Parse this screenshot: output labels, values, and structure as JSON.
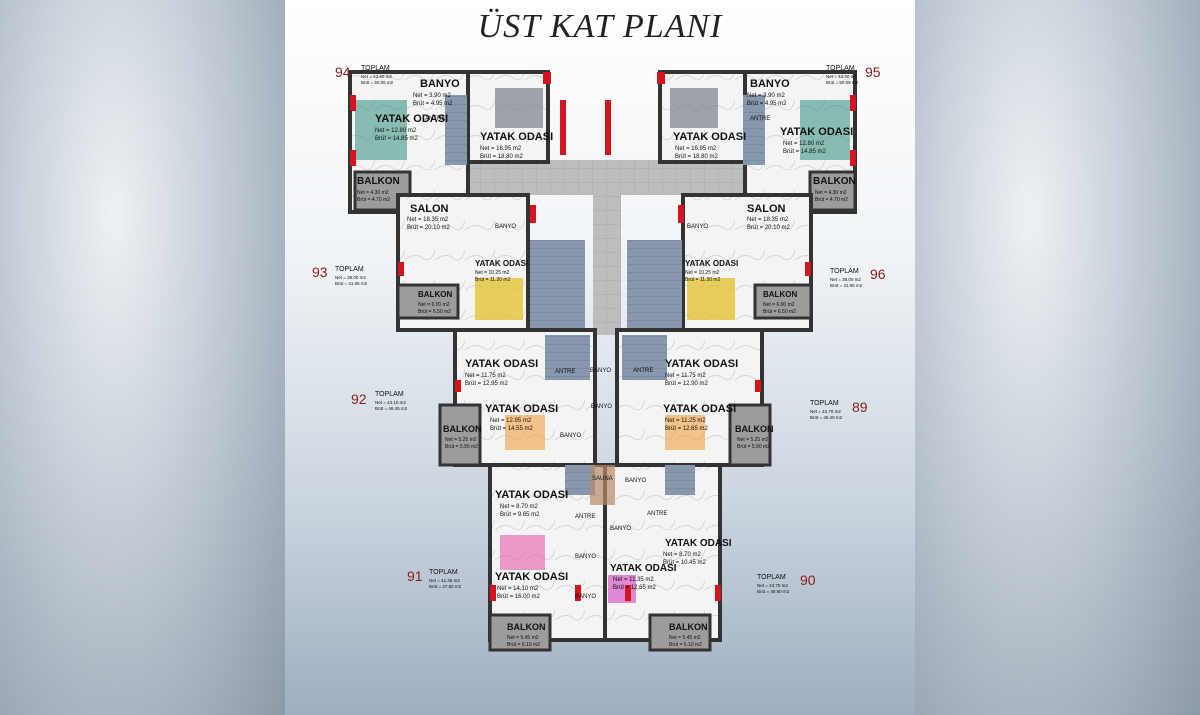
{
  "title": "ÜST KAT PLANI",
  "units": [
    {
      "no": "94",
      "label": "TOPLAM",
      "net": "Net = 43.90 m2",
      "brut": "Brüt = 50.05 m2"
    },
    {
      "no": "95",
      "label": "TOPLAM",
      "net": "Net = 43.90 m2",
      "brut": "Brüt = 50.05 m2"
    },
    {
      "no": "93",
      "label": "TOPLAM",
      "net": "Net = 38.00 m2",
      "brut": "Brüt = 41.95 m2"
    },
    {
      "no": "96",
      "label": "TOPLAM",
      "net": "Net = 38.00 m2",
      "brut": "Brüt = 41.95 m2"
    },
    {
      "no": "92",
      "label": "TOPLAM",
      "net": "Net = 43.10 m2",
      "brut": "Brüt = 48.45 m2"
    },
    {
      "no": "89",
      "label": "TOPLAM",
      "net": "Net = 43.70 m2",
      "brut": "Brüt = 45.40 m2"
    },
    {
      "no": "91",
      "label": "TOPLAM",
      "net": "Net = 41.45 m2",
      "brut": "Brüt = 47.80 m2"
    },
    {
      "no": "90",
      "label": "TOPLAM",
      "net": "Net = 43.75 m2",
      "brut": "Brüt = 49.90 m2"
    }
  ],
  "rooms": [
    {
      "name": "BANYO",
      "net": "Net = 3.90 m2",
      "brut": "Brüt = 4.95 m2"
    },
    {
      "name": "YATAK ODASI",
      "net": "Net = 12.80 m2",
      "brut": "Brüt = 14.85 m2"
    },
    {
      "name": "YATAK ODASI",
      "net": "Net = 16.95 m2",
      "brut": "Brüt = 18.80 m2"
    },
    {
      "name": "BALKON",
      "net": "Net = 4.30 m2",
      "brut": "Brüt = 4.70 m2"
    },
    {
      "name": "BANYO",
      "net": "Net = 3.90 m2",
      "brut": "Brüt = 4.95 m2"
    },
    {
      "name": "YATAK ODASI",
      "net": "Net = 16.95 m2",
      "brut": "Brüt = 18.80 m2"
    },
    {
      "name": "YATAK ODASI",
      "net": "Net = 12.80 m2",
      "brut": "Brüt = 14.85 m2"
    },
    {
      "name": "BALKON",
      "net": "Net = 4.30 m2",
      "brut": "Brüt = 4.70 m2"
    },
    {
      "name": "SALON",
      "net": "Net = 18.35 m2",
      "brut": "Brüt = 20.10 m2"
    },
    {
      "name": "SALON",
      "net": "Net = 18.35 m2",
      "brut": "Brüt = 20.10 m2"
    },
    {
      "name": "YATAK ODASI",
      "net": "Net = 10.25 m2",
      "brut": "Brüt = 11.30 m2"
    },
    {
      "name": "YATAK ODASI",
      "net": "Net = 10.25 m2",
      "brut": "Brüt = 11.30 m2"
    },
    {
      "name": "BALKON",
      "net": "Net = 6.00 m2",
      "brut": "Brüt = 6.50 m2"
    },
    {
      "name": "BALKON",
      "net": "Net = 6.00 m2",
      "brut": "Brüt = 6.50 m2"
    },
    {
      "name": "YATAK ODASI",
      "net": "Net = 11.75 m2",
      "brut": "Brüt = 12.95 m2"
    },
    {
      "name": "YATAK ODASI",
      "net": "Net = 11.75 m2",
      "brut": "Brüt = 12.90 m2"
    },
    {
      "name": "YATAK ODASI",
      "net": "Net = 12.95 m2",
      "brut": "Brüt = 14.55 m2"
    },
    {
      "name": "YATAK ODASI",
      "net": "Net = 11.25 m2",
      "brut": "Brüt = 12.65 m2"
    },
    {
      "name": "BALKON",
      "net": "Net = 5.25 m2",
      "brut": "Brüt = 5.90 m2"
    },
    {
      "name": "BALKON",
      "net": "Net = 5.25 m2",
      "brut": "Brüt = 5.90 m2"
    },
    {
      "name": "YATAK ODASI",
      "net": "Net = 8.70 m2",
      "brut": "Brüt = 9.65 m2"
    },
    {
      "name": "YATAK ODASI",
      "net": "Net = 8.70 m2",
      "brut": "Brüt = 10.45 m2"
    },
    {
      "name": "YATAK ODASI",
      "net": "Net = 14.10 m2",
      "brut": "Brüt = 16.00 m2"
    },
    {
      "name": "YATAK ODASI",
      "net": "Net = 11.35 m2",
      "brut": "Brüt = 12.65 m2"
    },
    {
      "name": "BALKON",
      "net": "Net = 5.45 m2",
      "brut": "Brüt = 6.10 m2"
    },
    {
      "name": "BALKON",
      "net": "Net = 5.45 m2",
      "brut": "Brüt = 6.10 m2"
    }
  ],
  "small_labels": [
    "ANTRE",
    "ANTRE",
    "BANYO",
    "BANYO",
    "ANTRE",
    "BANYO",
    "ANTRE",
    "BANYO",
    "BANYO",
    "SAUNA",
    "BANYO",
    "ANTRE",
    "ANTRE",
    "BANYO",
    "BANYO",
    "BANYO"
  ],
  "colors": {
    "wall": "#3a3a3a",
    "window": "#d4141e",
    "stair": "#7e8fa6",
    "corridor": "#b8b8b8",
    "unit_no": "#8b1c1c"
  }
}
